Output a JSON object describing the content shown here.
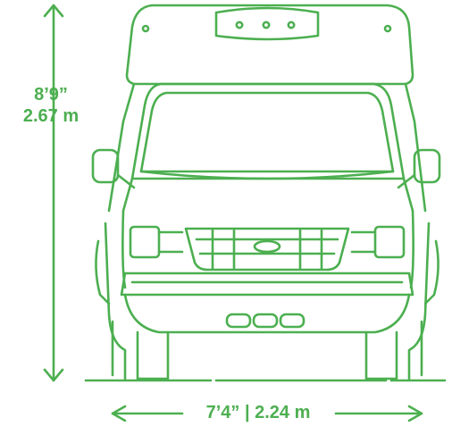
{
  "colors": {
    "accent": "#4caf50",
    "background": "#ffffff"
  },
  "dimensions": {
    "height_imperial": "8’9”",
    "height_metric": "2.67 m",
    "width_label": "7’4” | 2.24 m"
  },
  "icons": {
    "vehicle": "rv-front-view-line-drawing",
    "height_arrow": "vertical-double-arrow",
    "width_arrow": "horizontal-double-arrow"
  }
}
